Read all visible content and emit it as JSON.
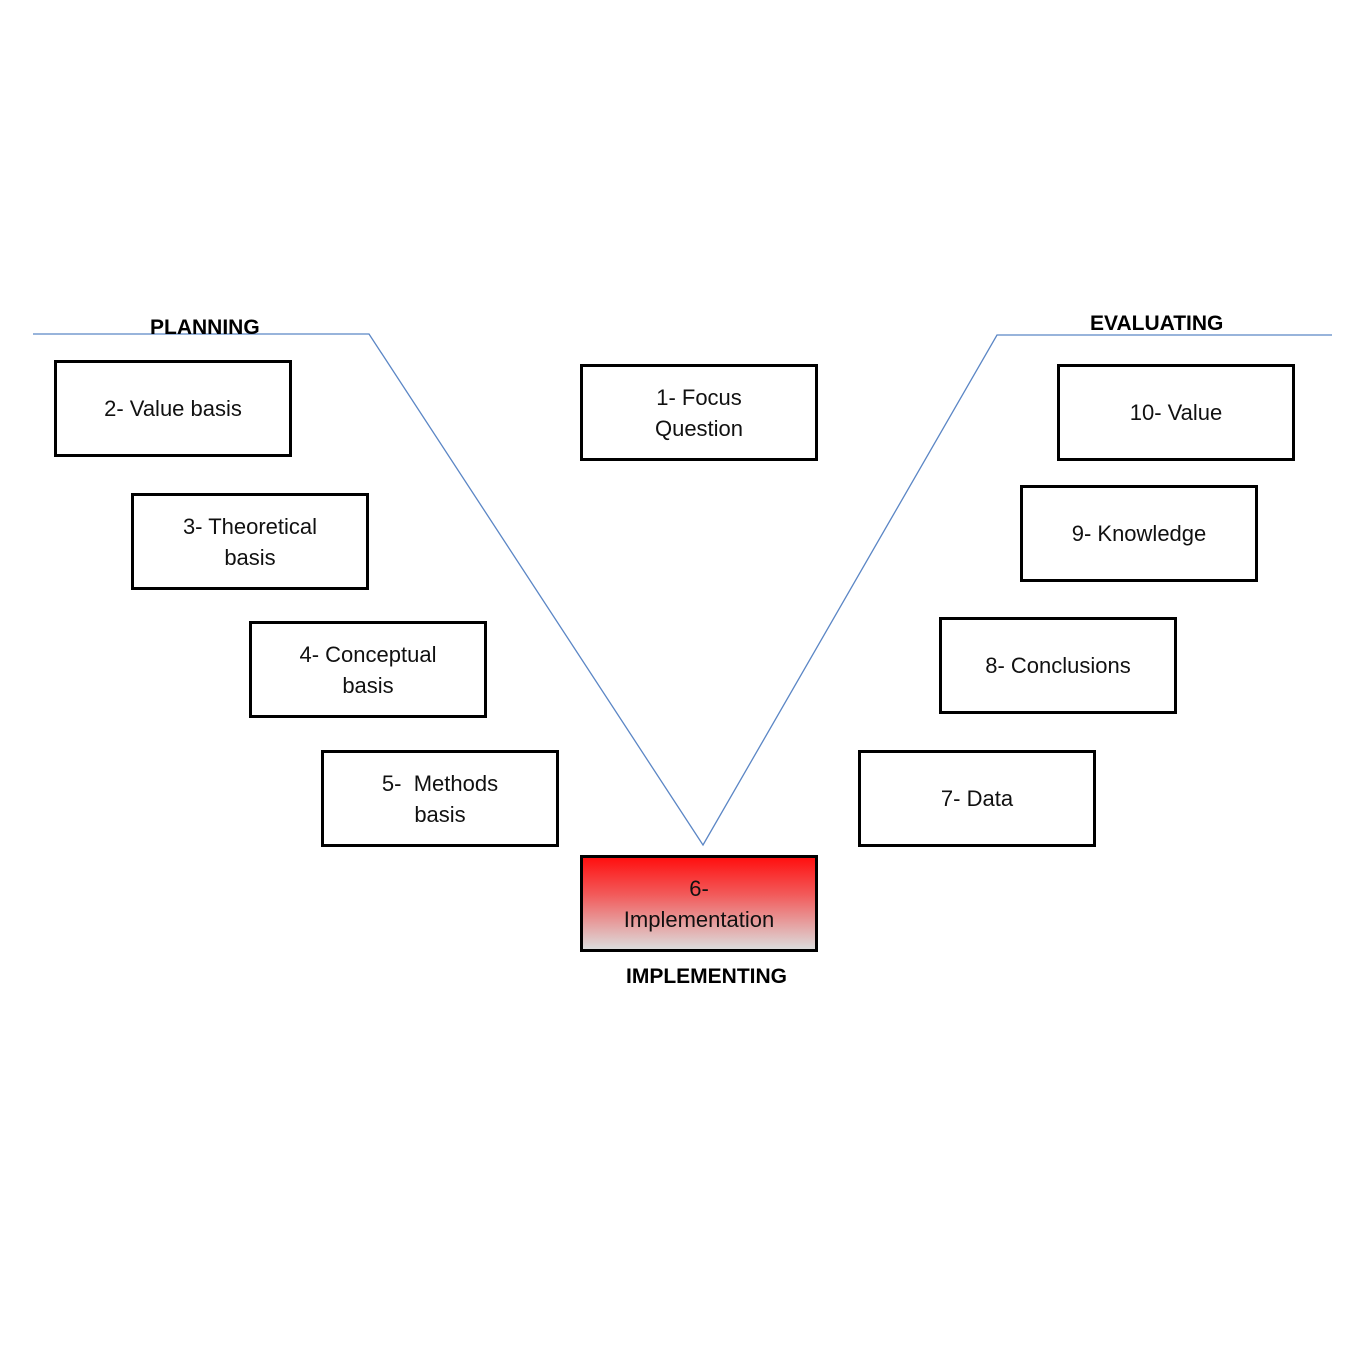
{
  "stages": {
    "planning": "PLANNING",
    "evaluating": "EVALUATING",
    "implementing": "IMPLEMENTING"
  },
  "boxes": {
    "focus_question": "1- Focus Question",
    "value_basis": "2- Value basis",
    "theoretical_basis": "3- Theoretical basis",
    "conceptual_basis": "4- Conceptual basis",
    "methods_basis": "5-  Methods basis",
    "implementation": "6- Implementation",
    "data": "7- Data",
    "conclusions": "8- Conclusions",
    "knowledge": "9- Knowledge",
    "value": "10- Value"
  },
  "colors": {
    "vee_line": "#5b86c5",
    "box_border": "#000000",
    "highlight_top": "#ff1010",
    "highlight_bottom": "#dcdcdc"
  }
}
